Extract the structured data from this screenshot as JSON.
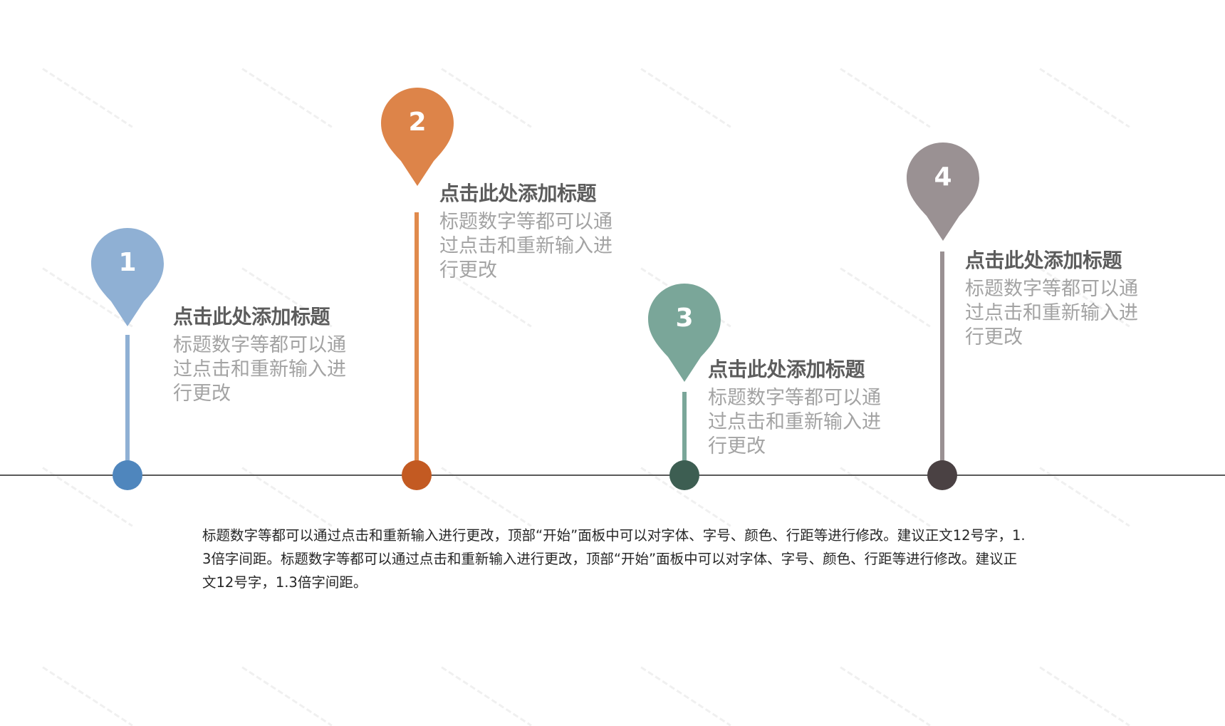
{
  "slide": {
    "background": "#ffffff",
    "baseline_color": "#5a5a5a"
  },
  "timeline": {
    "items": [
      {
        "number": "1",
        "title": "点击此处添加标题",
        "body": "标题数字等都可以通过点击和重新输入进行更改",
        "pin_color": "#8fb0d4",
        "stem_color": "#8fb0d4",
        "dot_color": "#4f86bd"
      },
      {
        "number": "2",
        "title": "点击此处添加标题",
        "body": "标题数字等都可以通过点击和重新输入进行更改",
        "pin_color": "#dd8449",
        "stem_color": "#e08a4c",
        "dot_color": "#c35a22"
      },
      {
        "number": "3",
        "title": "点击此处添加标题",
        "body": "标题数字等都可以通过点击和重新输入进行更改",
        "pin_color": "#7aa699",
        "stem_color": "#7aa699",
        "dot_color": "#3d5e52"
      },
      {
        "number": "4",
        "title": "点击此处添加标题",
        "body": "标题数字等都可以通过点击和重新输入进行更改",
        "pin_color": "#9a9193",
        "stem_color": "#9a9193",
        "dot_color": "#4a4143"
      }
    ]
  },
  "footer": {
    "paragraph": "标题数字等都可以通过点击和重新输入进行更改，顶部“开始”面板中可以对字体、字号、颜色、行距等进行修改。建议正文12号字，1.3倍字间距。标题数字等都可以通过点击和重新输入进行更改，顶部“开始”面板中可以对字体、字号、颜色、行距等进行修改。建议正文12号字，1.3倍字间距。"
  }
}
